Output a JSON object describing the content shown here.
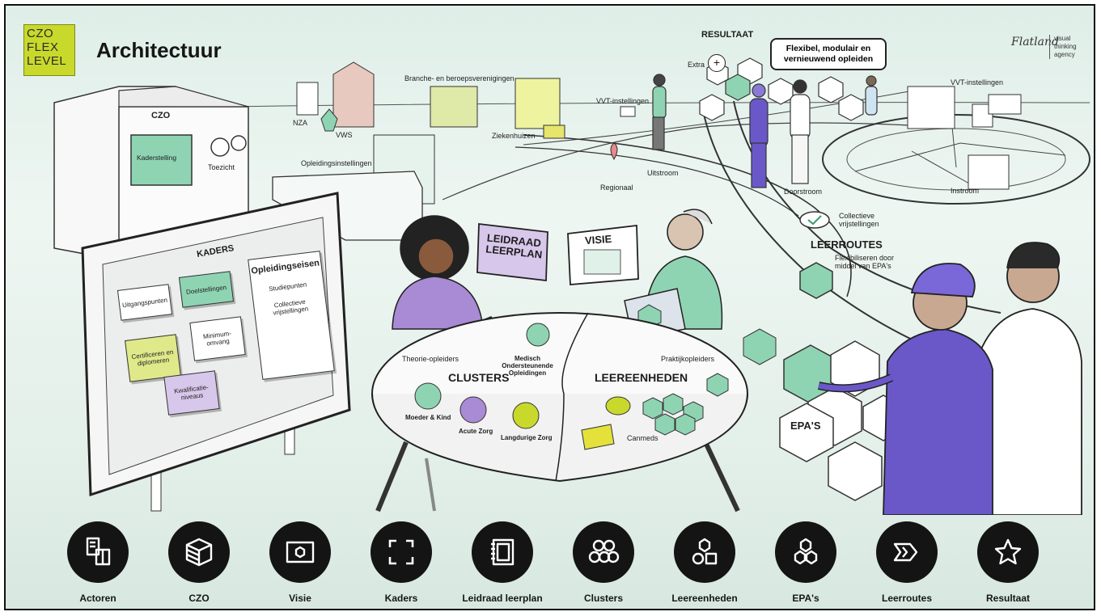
{
  "header": {
    "title": "Architectuur",
    "logo_lines": [
      "CZO",
      "FLEX",
      "LEVEL"
    ],
    "agency_name": "Flatland",
    "agency_tagline": "visual\nthinking\nagency"
  },
  "scene": {
    "resultaat_title": "RESULTAAT",
    "resultaat_bubble": "Flexibel, modulair en\nvernieuwend opleiden",
    "extra": "Extra",
    "actors": {
      "nza": "NZA",
      "vws": "VWS",
      "branche": "Branche- en beroepsverenigingen",
      "ziekenhuizen": "Ziekenhuizen",
      "opleidingsinstellingen": "Opleidingsinstellingen",
      "vvt_left": "VVT-instellingen",
      "vvt_right": "VVT-instellingen"
    },
    "flow": {
      "regionaal": "Regionaal",
      "uitstroom": "Uitstroom",
      "doorstroom": "Doorstroom",
      "instroom": "Instroom"
    },
    "czo": {
      "label": "CZO",
      "kaderstelling": "Kaderstelling",
      "toezicht": "Toezicht"
    },
    "kaders": {
      "title": "KADERS",
      "notes": [
        "Uitgangspunten",
        "Doelstellingen",
        "Certificeren en diplomeren",
        "Minimum-omvang",
        "Kwalificatie-niveaus"
      ],
      "eisen_title": "Opleidingseisen",
      "eisen_items": [
        "Studiepunten",
        "Collectieve vrijstellingen"
      ]
    },
    "leidraad_book": "LEIDRAAD\nLEERPLAN",
    "visie_book": "VISIE",
    "table": {
      "theorie": "Theorie-opleiders",
      "mbo": "Medisch Ondersteunende Opleidingen",
      "clusters_title": "CLUSTERS",
      "cluster_items": [
        "Moeder & Kind",
        "Acute Zorg",
        "Langdurige Zorg"
      ],
      "praktijk": "Praktijkopleiders",
      "leereenheden_title": "LEEREENHEDEN",
      "canmeds": "Canmeds"
    },
    "leerroutes": {
      "title": "LEERROUTES",
      "collectieve": "Collectieve\nvrijstellingen",
      "flex": "Flexibiliseren door\nmiddel van EPA's"
    },
    "epas": "EPA'S"
  },
  "nav": [
    {
      "label": "Actoren",
      "icon": "building-blocks-icon"
    },
    {
      "label": "CZO",
      "icon": "cube-icon"
    },
    {
      "label": "Visie",
      "icon": "frame-hexagon-icon"
    },
    {
      "label": "Kaders",
      "icon": "corners-frame-icon"
    },
    {
      "label": "Leidraad leerplan",
      "icon": "notebook-icon"
    },
    {
      "label": "Clusters",
      "icon": "circles-cluster-icon"
    },
    {
      "label": "Leereenheden",
      "icon": "shapes-icon"
    },
    {
      "label": "EPA's",
      "icon": "hexagons-icon"
    },
    {
      "label": "Leerroutes",
      "icon": "chevrons-icon"
    },
    {
      "label": "Resultaat",
      "icon": "star-icon"
    }
  ],
  "colors": {
    "mint": "#8fd4b2",
    "purple": "#6a58c9",
    "lilac": "#d7c7ea",
    "lime": "#c9d92c",
    "nav_bg": "#141414"
  }
}
